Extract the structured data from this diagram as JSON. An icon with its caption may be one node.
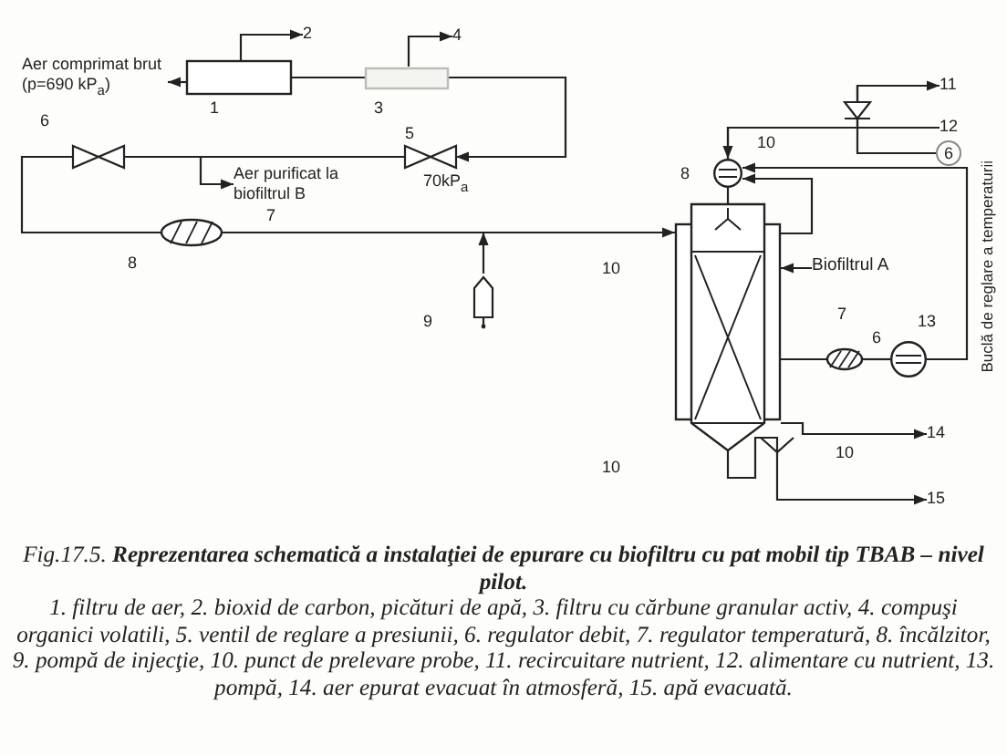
{
  "diagram": {
    "caption": "Fig.17.5. **Reprezentarea schematică a instalaţiei de epurare cu biofiltru cu pat mobil tip TBAB – nivel pilot.**",
    "nodes": [
      {
        "text": [],
        "shape": "box",
        "beside": [
          "1"
        ]
      },
      {
        "text": [],
        "shape": "box",
        "beside": [
          "3"
        ]
      },
      {
        "text": [
          "Aer comprimat brut (p=690 kP$_{a}$)"
        ]
      },
      {
        "text": [
          "2"
        ]
      },
      {
        "text": [
          "4"
        ]
      },
      {
        "text": [],
        "shape": "valve"
      },
      {
        "text": [],
        "shape": "valve",
        "beside": [
          "5",
          "70kP$_{a}$"
        ]
      },
      {
        "text": [
          "Aer purificat la biofiltrul B"
        ]
      },
      {
        "text": [],
        "shape": "ellipse",
        "beside": [
          "8"
        ]
      },
      {
        "text": [],
        "shape": "pump",
        "beside": [
          "9"
        ]
      },
      {
        "text": [],
        "shape": "column",
        "beside": [
          "10",
          "10"
        ]
      },
      {
        "text": [
          "Biofiltrul A"
        ]
      },
      {
        "text": [],
        "shape": "circle",
        "beside": [
          "10"
        ]
      },
      {
        "text": [],
        "shape": "ellipse",
        "beside": [
          "7",
          "6"
        ]
      },
      {
        "text": [],
        "shape": "circle",
        "beside": [
          "13"
        ]
      },
      {
        "text": [
          "11"
        ]
      },
      {
        "text": [
          "12"
        ]
      },
      {
        "text": [
          "6"
        ]
      },
      {
        "text": [
          "14"
        ]
      },
      {
        "text": [
          "15"
        ]
      }
    ],
    "edges": [
      {
        "from": 0,
        "to": 2,
        "arrow": "to"
      },
      {
        "from": 0,
        "to": 3,
        "arrow": "to"
      },
      {
        "from": 0,
        "to": 1,
        "arrow": "none"
      },
      {
        "from": 1,
        "to": 4,
        "arrow": "to"
      },
      {
        "from": 1,
        "to": 6,
        "arrow": "to"
      },
      {
        "from": 6,
        "to": 5,
        "arrow": "none"
      },
      {
        "from": 5,
        "to": 8,
        "arrow": "none"
      },
      {
        "from": 8,
        "to": 10,
        "arrow": "to"
      },
      {
        "from": null,
        "to": 7,
        "arrow": "to"
      },
      {
        "from": 9,
        "to": null,
        "arrow": "to"
      },
      {
        "from": 11,
        "to": 10,
        "arrow": "to"
      },
      {
        "from": 10,
        "to": 12,
        "arrow": "to"
      },
      {
        "from": 16,
        "to": 12,
        "arrow": "to"
      },
      {
        "from": 12,
        "to": 15,
        "arrow": "to"
      },
      {
        "from": 17,
        "to": 15,
        "arrow": "none"
      },
      {
        "from": 10,
        "to": 13,
        "arrow": "none"
      },
      {
        "from": 13,
        "to": 14,
        "arrow": "none"
      },
      {
        "from": 14,
        "to": 12,
        "arrow": "to"
      },
      {
        "from": 10,
        "to": 18,
        "arrow": "to"
      },
      {
        "from": 10,
        "to": 19,
        "arrow": "to"
      },
      {
        "from": 12,
        "to": 10,
        "arrow": "none"
      }
    ],
    "labels": [
      "Buclă de reglare a temperaturii",
      "1. filtru de aer, 2. bioxid de carbon, picături de apă, 3. filtru cu cărbune granular activ, 4. compuşi organici volatili, 5. ventil de reglare a presiunii, 6. regulator debit, 7. regulator temperatură, 8. încălzitor, 9. pompă de injecţie, 10. punct de prelevare probe, 11. recircuitare nutrient, 12. alimentare cu nutrient, 13. pompă, 14. aer epurat evacuat în atmosferă, 15. apă evacuată.",
      "6",
      "7",
      "10",
      "8"
    ]
  }
}
